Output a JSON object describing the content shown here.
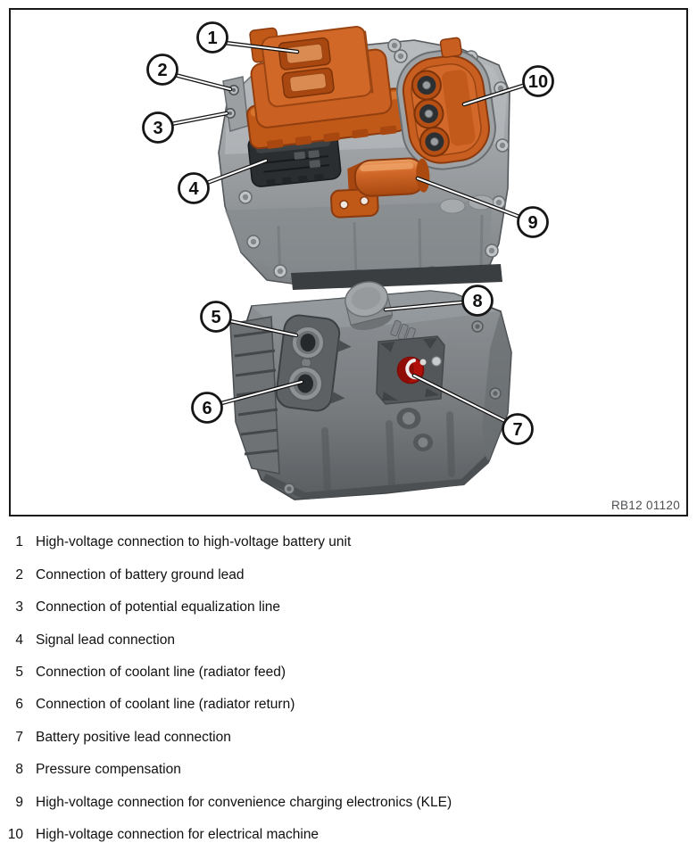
{
  "figure": {
    "code": "RB12 01120",
    "callouts": [
      {
        "num": "1"
      },
      {
        "num": "2"
      },
      {
        "num": "3"
      },
      {
        "num": "4"
      },
      {
        "num": "5"
      },
      {
        "num": "6"
      },
      {
        "num": "7"
      },
      {
        "num": "8"
      },
      {
        "num": "9"
      },
      {
        "num": "10"
      }
    ]
  },
  "legend": {
    "items": [
      {
        "num": "1",
        "label": "High-voltage connection to high-voltage battery unit"
      },
      {
        "num": "2",
        "label": "Connection of battery ground lead"
      },
      {
        "num": "3",
        "label": "Connection of potential equalization line"
      },
      {
        "num": "4",
        "label": "Signal lead connection"
      },
      {
        "num": "5",
        "label": "Connection of coolant line (radiator feed)"
      },
      {
        "num": "6",
        "label": "Connection of coolant line (radiator return)"
      },
      {
        "num": "7",
        "label": "Battery positive lead connection"
      },
      {
        "num": "8",
        "label": "Pressure compensation"
      },
      {
        "num": "9",
        "label": "High-voltage connection for convenience charging electronics (KLE)"
      },
      {
        "num": "10",
        "label": "High-voltage connection for electrical machine"
      }
    ]
  },
  "colors": {
    "accent_orange": "#c8601f",
    "highlight_red": "#b01009",
    "housing_gray": "#94989a",
    "frame_border": "#191919"
  }
}
